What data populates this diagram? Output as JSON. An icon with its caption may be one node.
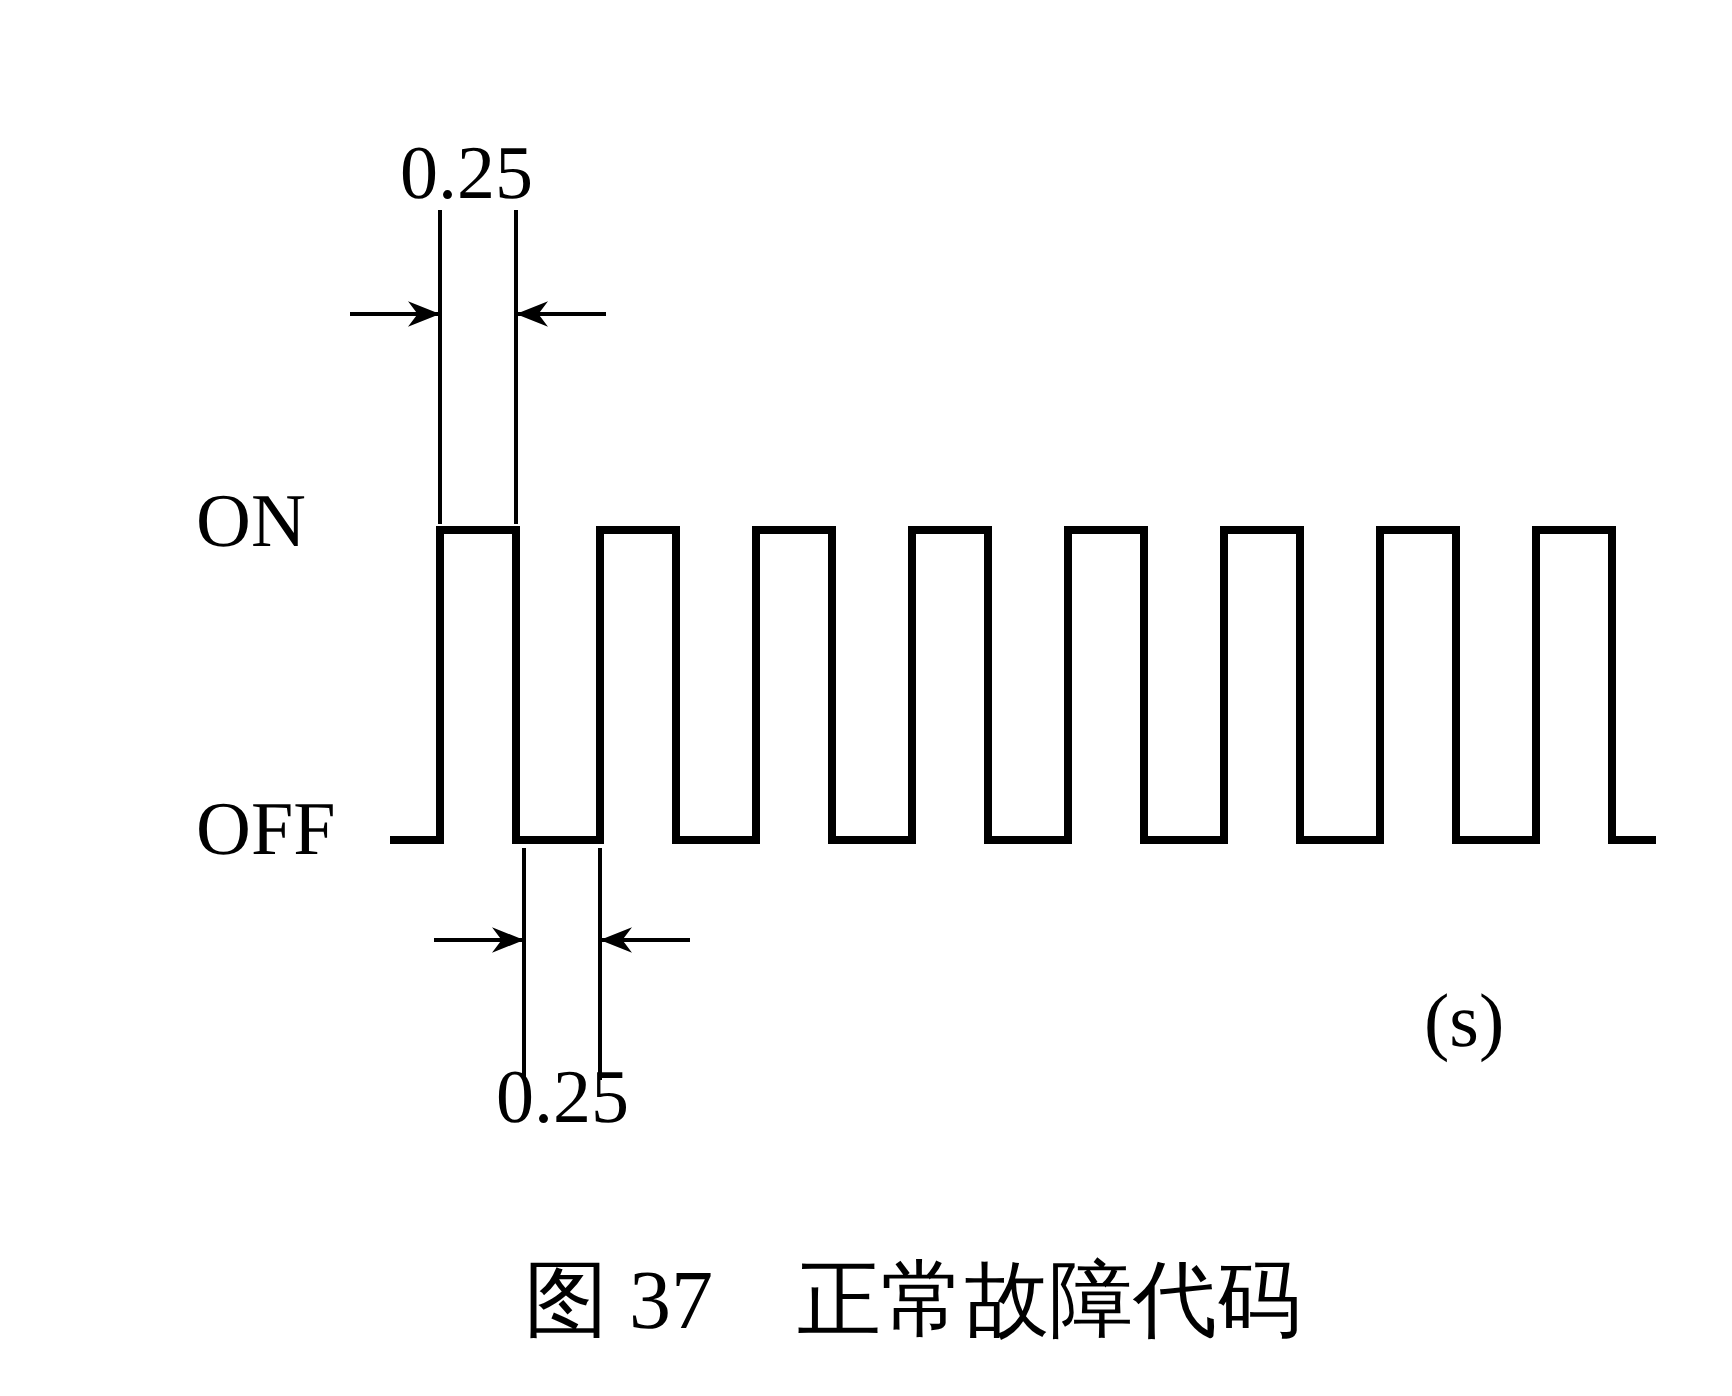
{
  "diagram": {
    "caption": "图 37　正常故障代码",
    "labels": [
      "0.25",
      "ON",
      "OFF",
      "0.25",
      "(s)"
    ]
  }
}
